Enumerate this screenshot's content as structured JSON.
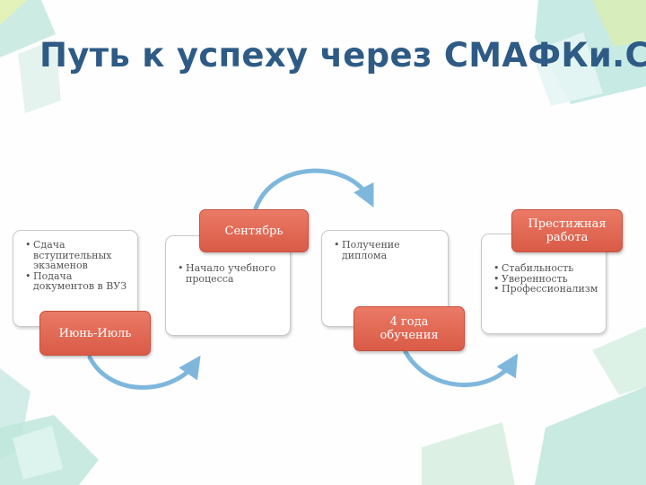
{
  "title": "Путь к успеху через СМАФКи.С",
  "colors": {
    "title": "#2e5b86",
    "tag": "#d95b46",
    "arrow": "#7fb7dc",
    "card_border": "#c9c9c9"
  },
  "stages": [
    {
      "label": "Июнь-Июль",
      "items": [
        "Сдача вступительных экзаменов",
        "Подача документов в ВУЗ"
      ]
    },
    {
      "label": "Сентябрь",
      "items": [
        "Начало учебного процесса"
      ]
    },
    {
      "label": "4 года обучения",
      "items": [
        "Получение диплома"
      ]
    },
    {
      "label": "Престижная работа",
      "items": [
        "Стабильность",
        "Уверенность",
        "Профессионализм"
      ]
    }
  ]
}
